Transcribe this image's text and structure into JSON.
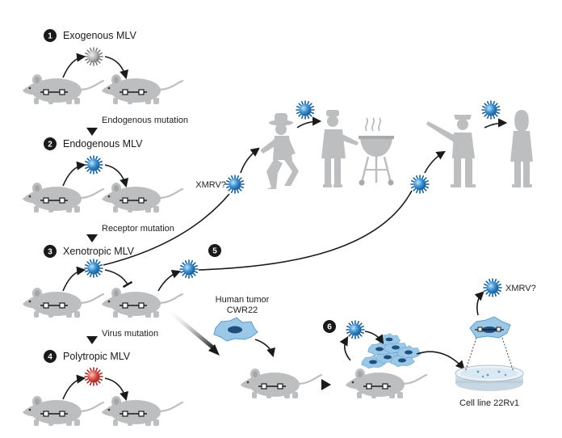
{
  "steps": {
    "s1": {
      "number": "1",
      "label": "Exogenous MLV"
    },
    "s2": {
      "number": "2",
      "label": "Endogenous MLV"
    },
    "s3": {
      "number": "3",
      "label": "Xenotropic MLV"
    },
    "s4": {
      "number": "4",
      "label": "Polytropic MLV"
    },
    "s5": {
      "number": "5"
    },
    "s6": {
      "number": "6"
    }
  },
  "transitions": {
    "endogenous_mutation": "Endogenous mutation",
    "receptor_mutation": "Receptor mutation",
    "virus_mutation": "Virus mutation"
  },
  "labels": {
    "xmrv_left": "XMRV?",
    "xmrv_right": "XMRV?",
    "human_tumor_line1": "Human tumor",
    "human_tumor_line2": "CWR22",
    "cell_line": "Cell line 22Rv1"
  },
  "colors": {
    "mouse": "#bcbec0",
    "human": "#bcbec0",
    "virus_gray": "#b5b5b5",
    "virus_blue": "#2f86c8",
    "virus_red": "#d9544d",
    "arrow": "#1a1a1a",
    "badge": "#1a1a1a",
    "tumor_cell": "#4a90c8"
  }
}
